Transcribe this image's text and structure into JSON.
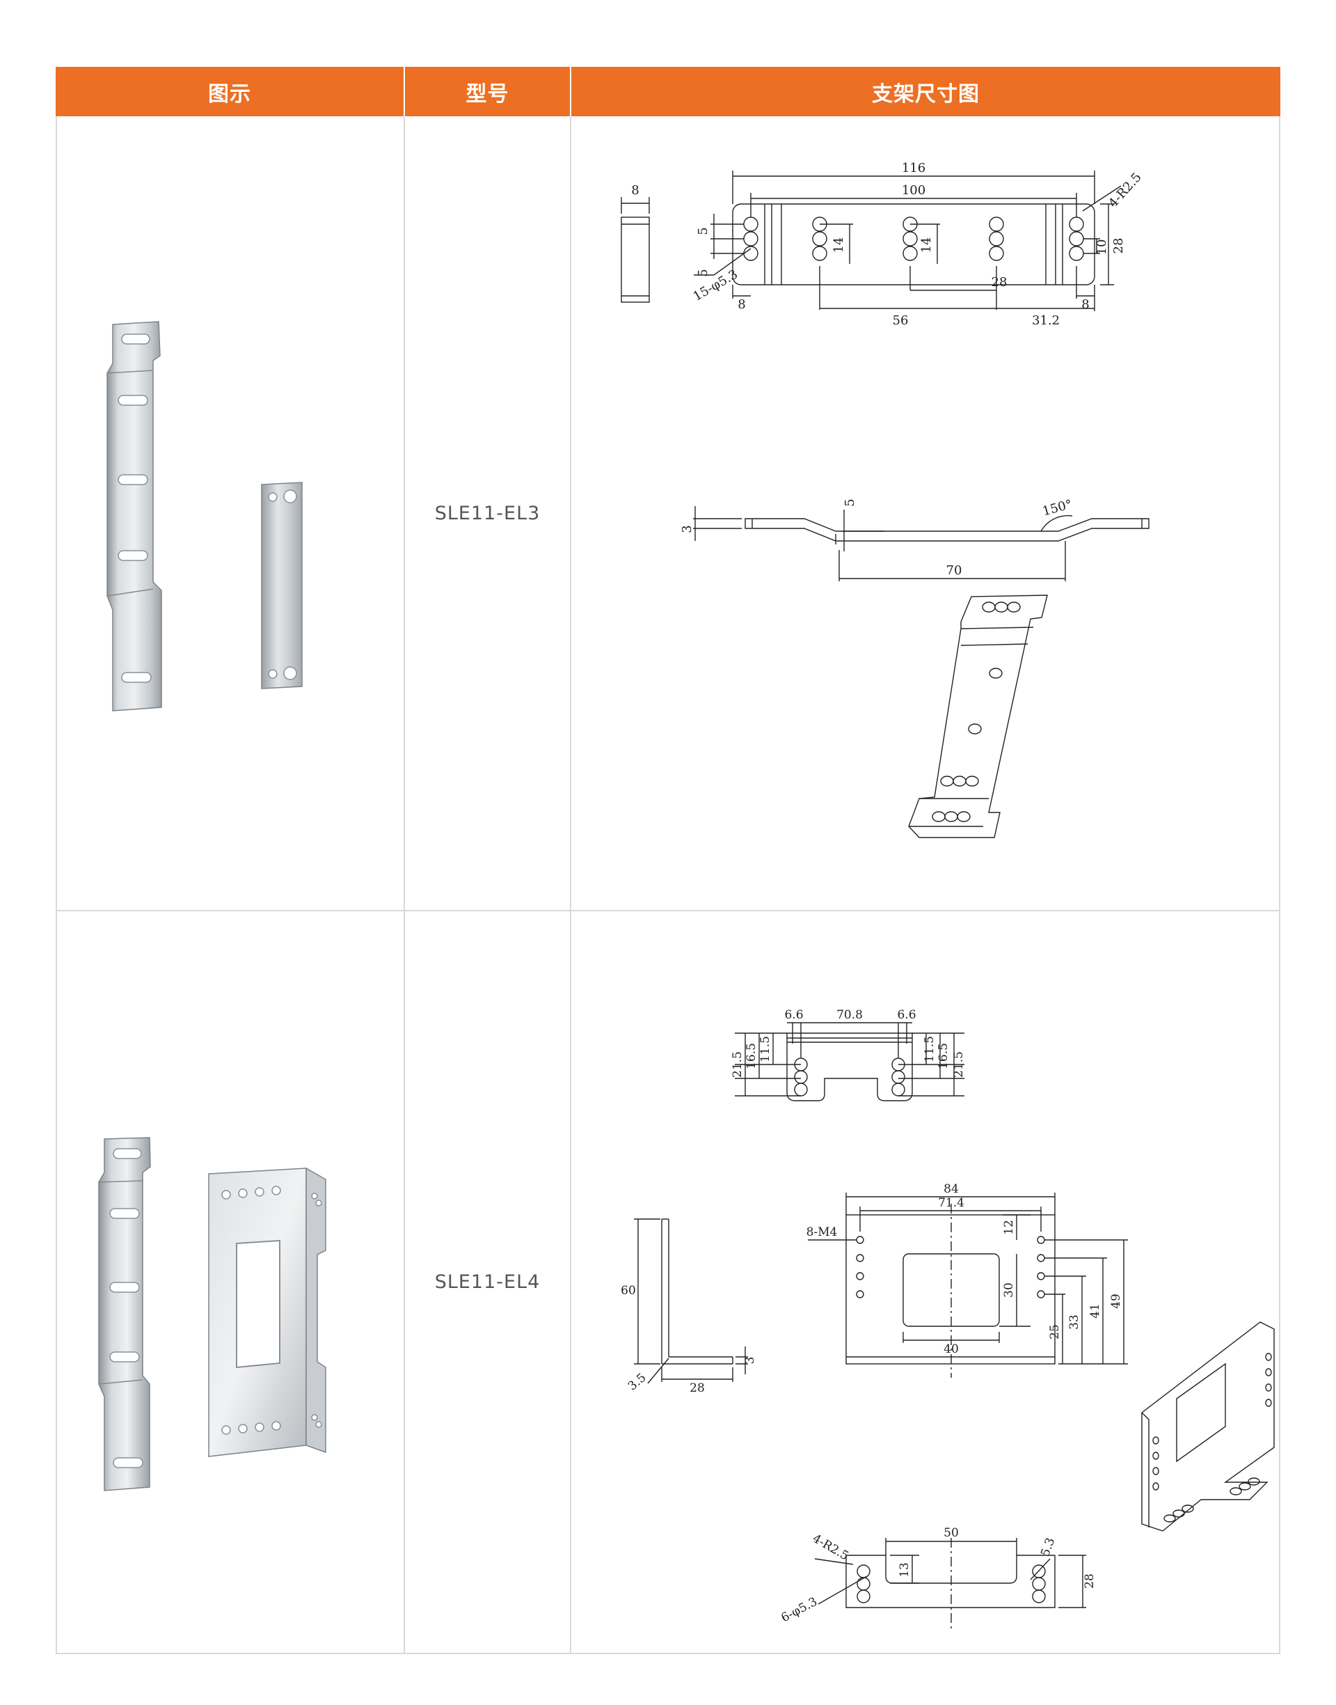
{
  "header": {
    "col_image": "图示",
    "col_model": "型号",
    "col_dimension": "支架尺寸图"
  },
  "rows": [
    {
      "model": "SLE11-EL3",
      "drawing_dims": {
        "side_width": "8",
        "overall_length": "116",
        "hole_span": "100",
        "corner_radius": "4-R2.5",
        "slot_pitch_a": "14",
        "slot_pitch_b": "14",
        "hole_offset_top": "5",
        "hole_offset_bottom": "5",
        "hole_spec": "15-φ5.3",
        "edge_left": "8",
        "edge_right": "8",
        "slot_height": "10",
        "overall_height": "28",
        "span_56": "56",
        "span_28": "28",
        "span_31": "31.2",
        "bend_height": "5",
        "thickness": "3",
        "bend_angle": "150°",
        "bend_span": "70"
      }
    },
    {
      "model": "SLE11-EL4",
      "drawing_dims": {
        "top_edge_left": "6.6",
        "top_width": "70.8",
        "top_edge_right": "6.6",
        "top_h1_left": "21.5",
        "top_h2_left": "16.5",
        "top_h3_left": "11.5",
        "top_h1_right": "21.5",
        "top_h2_right": "16.5",
        "top_h3_right": "11.5",
        "front_width": "84",
        "front_inner": "71.4",
        "thread_spec": "8-M4",
        "dim_12": "12",
        "dim_30": "30",
        "dim_40": "40",
        "dim_25": "25",
        "dim_33": "33",
        "dim_41": "41",
        "dim_49": "49",
        "side_height": "60",
        "side_thickness": "3",
        "side_radius": "3.5",
        "side_base": "28",
        "bottom_radius": "4-R2.5",
        "bottom_slot": "50",
        "bottom_slot_depth": "13",
        "bottom_hole_spec": "6-φ5.3",
        "bottom_hole_side": "5.3",
        "bottom_height": "28"
      }
    }
  ]
}
